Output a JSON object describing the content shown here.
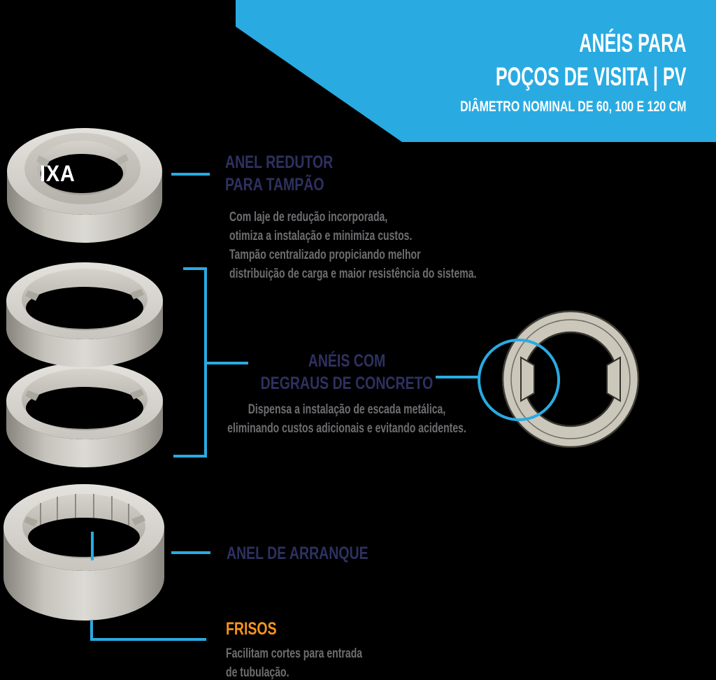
{
  "banner": {
    "title_line1": "ANÉIS PARA",
    "title_line2": "POÇOS DE VISITA | PV",
    "subtitle": "DIÂMETRO NOMINAL DE 60, 100 E 120 CM"
  },
  "sections": {
    "anel_redutor": {
      "heading_line1": "ANEL REDUTOR",
      "heading_line2": "PARA TAMPÃO",
      "body": "Com laje de redução incorporada,\notimiza a instalação e minimiza custos.\nTampão centralizado propiciando melhor\ndistribuição de carga e maior resistência do sistema."
    },
    "aneis_degraus": {
      "heading_line1": "ANÉIS COM",
      "heading_line2": "DEGRAUS DE CONCRETO",
      "body": "Dispensa a instalação de escada metálica,\neliminando custos adicionais e evitando acidentes."
    },
    "anel_arranque": {
      "heading": "ANEL DE ARRANQUE"
    },
    "frisos": {
      "heading": "FRISOS",
      "body": "Facilitam cortes para entrada\nde tubulação."
    }
  },
  "watermark": "IXA",
  "colors": {
    "background": "#000000",
    "accent_cyan": "#29abe2",
    "heading_navy": "#2e3160",
    "body_gray": "#6d6e71",
    "frisos_orange": "#f7941e",
    "banner_text": "#ffffff",
    "concrete_light": "#d6d4cf"
  }
}
